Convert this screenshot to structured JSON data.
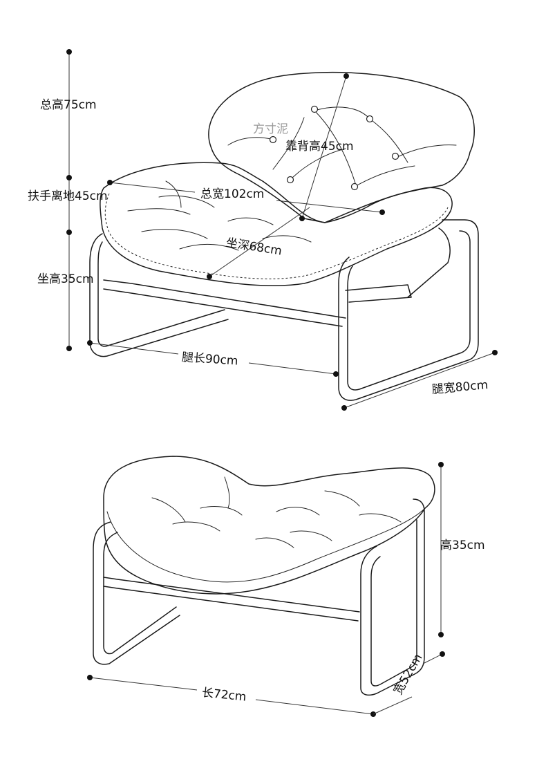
{
  "watermark": "方寸泥",
  "chair": {
    "total_height": "总高75cm",
    "backrest_height": "靠背高45cm",
    "armrest_height": "扶手离地45cm",
    "total_width": "总宽102cm",
    "seat_depth": "坐深68cm",
    "seat_height": "坐高35cm",
    "leg_length": "腿长90cm",
    "leg_width": "腿宽80cm"
  },
  "ottoman": {
    "height": "高35cm",
    "length": "长72cm",
    "width": "宽52cm"
  }
}
